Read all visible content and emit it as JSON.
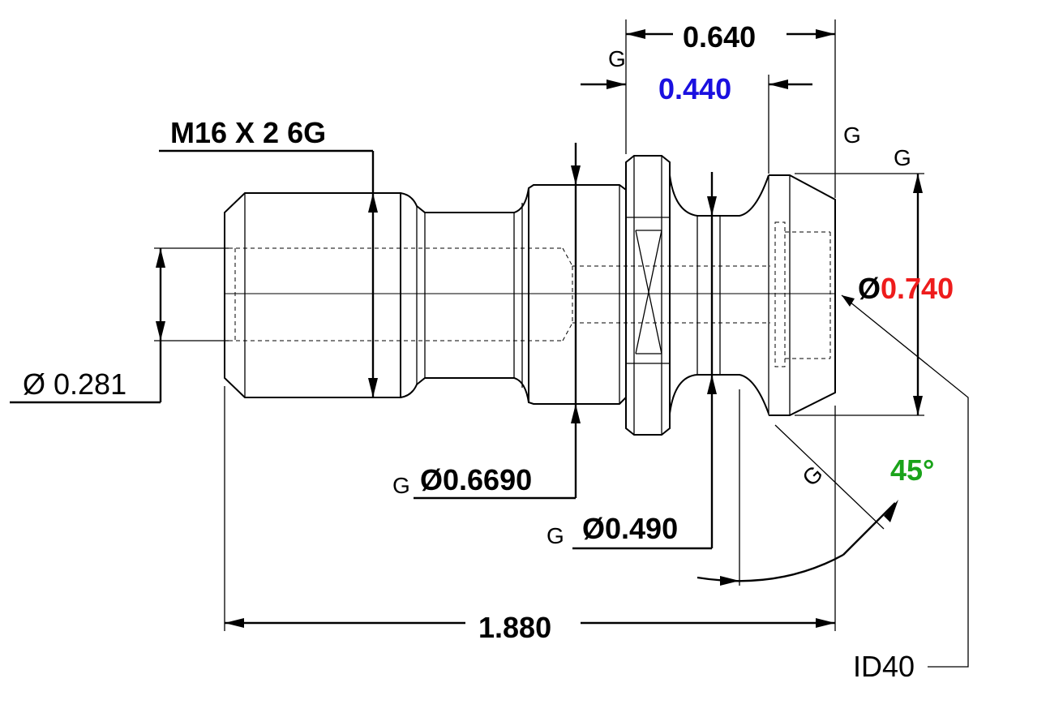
{
  "thread_spec": "M16 X 2 6G",
  "bore_diameter": "Ø 0.281",
  "flange_diameter_prefix": "Ø",
  "flange_diameter_value": "0.6690",
  "neck_diameter_prefix": "Ø",
  "neck_diameter_value": "0.490",
  "head_diameter_prefix": "Ø",
  "head_diameter_value": "0.740",
  "overall_length": "1.880",
  "head_length": "0.640",
  "head_offset": "0.440",
  "angle": "45°",
  "part_id": "ID40",
  "grade_marker": "G",
  "colors": {
    "head_offset": "#1a10e0",
    "head_diameter": "#ee1c1c",
    "angle": "#1aa31a",
    "lines": "#000000"
  }
}
